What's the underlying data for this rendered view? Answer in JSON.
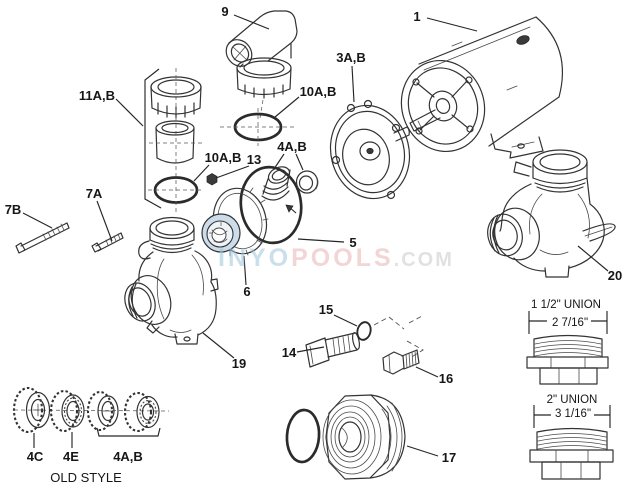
{
  "watermark": {
    "inyo": "INYO",
    "pools": "POOLS",
    "domain": ".COM"
  },
  "callouts": {
    "motor": "1",
    "seal_plate": "3A,B",
    "shaft_seal": "4A,B",
    "volute_oring": "5",
    "impeller": "6",
    "bolt_7a": "7A",
    "bolt_7b": "7B",
    "elbow": "9",
    "union_oring_upper": "10A,B",
    "union_oring_lower": "10A,B",
    "union_nut_tailpiece": "11A,B",
    "impeller_nut": "13",
    "drain_plug": "14",
    "plug_oring": "15",
    "pipe_plug": "16",
    "bushing": "17",
    "volute_front": "19",
    "volute_rear": "20",
    "old_seal_4c": "4C",
    "old_seal_4e": "4E",
    "old_seal_4ab": "4A,B"
  },
  "captions": {
    "old_style": "OLD STYLE"
  },
  "unions": {
    "small": {
      "title": "1 1/2\" UNION",
      "dimension": "2 7/16\""
    },
    "large": {
      "title": "2\" UNION",
      "dimension": "3 1/16\""
    }
  },
  "colors": {
    "line": "#333333",
    "label": "#161616",
    "impeller_tint": "#ccdcea",
    "watermark_blue": "#9fc4dd",
    "watermark_pink": "#e7b3b3",
    "watermark_gray": "#c9c9c9"
  }
}
